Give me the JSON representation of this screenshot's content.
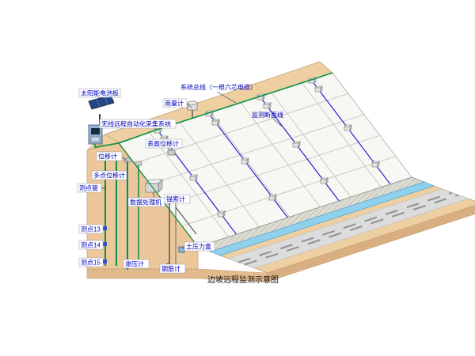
{
  "diagram": {
    "caption": "边坡远程监测示意图",
    "labels": {
      "solar_panel": "太阳能电池板",
      "wireless_system": "无线远程自动化采集系统",
      "system_bus": "系统总线（一根六芯电缆）",
      "rain_gauge": "雨量计",
      "monitoring_section": "监测断面线",
      "surface_displacement_meter": "表面位移计",
      "displacement_meter": "位移计",
      "multipoint_displacement_meter": "多点位移计",
      "measuring_point_tube": "测点管",
      "data_processor": "数据处理机",
      "anchor_cable_meter": "锚索计",
      "point_13": "测点13",
      "point_14": "测点14",
      "point_15": "测点15",
      "earth_pressure_cell": "土压力盒",
      "seepage_meter": "渗压计",
      "rebar_meter": "钢筋计"
    },
    "colors": {
      "ground": "#EECFA2",
      "ground_dark": "#D9AF82",
      "ground_front": "#E3BA8E",
      "slope_face": "#F7F7F4",
      "grid_line": "#C8C8C4",
      "channel": "#8FD0EC",
      "road": "#DCDCDC",
      "wall": "#DCDCD2",
      "bus_line": "#0A9040",
      "section_line": "#2222CC",
      "label_text": "#0000BB",
      "panel_blue": "#224488",
      "cabinet_blue": "#8FB4D8"
    }
  }
}
